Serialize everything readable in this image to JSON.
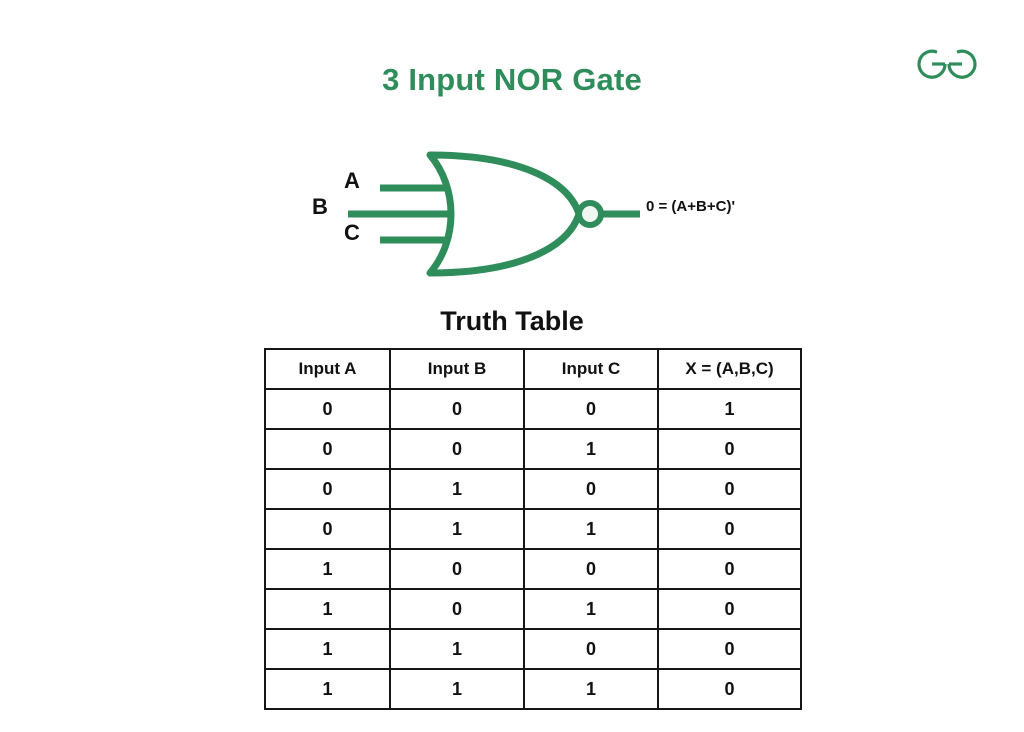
{
  "page": {
    "title": "3 Input NOR Gate",
    "background_color": "#ffffff",
    "accent_color": "#2f8d5b",
    "text_color": "#111111"
  },
  "logo": {
    "name": "geeksforgeeks-logo",
    "color": "#2f8d5b"
  },
  "diagram": {
    "gate_type": "NOR",
    "input_labels": [
      "A",
      "B",
      "C"
    ],
    "output_expression": "0 = (A+B+C)'",
    "stroke_color": "#2f8d5b",
    "bubble_fill": "#eef7f1"
  },
  "truth_table": {
    "heading": "Truth Table",
    "columns": [
      "Input A",
      "Input B",
      "Input C",
      "X = (A,B,C)"
    ],
    "rows": [
      [
        "0",
        "0",
        "0",
        "1"
      ],
      [
        "0",
        "0",
        "1",
        "0"
      ],
      [
        "0",
        "1",
        "0",
        "0"
      ],
      [
        "0",
        "1",
        "1",
        "0"
      ],
      [
        "1",
        "0",
        "0",
        "0"
      ],
      [
        "1",
        "0",
        "1",
        "0"
      ],
      [
        "1",
        "1",
        "0",
        "0"
      ],
      [
        "1",
        "1",
        "1",
        "0"
      ]
    ]
  },
  "chart_data": {
    "type": "table",
    "title": "Truth Table",
    "categories": [
      "Input A",
      "Input B",
      "Input C",
      "X = (A,B,C)"
    ],
    "values": [
      [
        0,
        0,
        0,
        1
      ],
      [
        0,
        0,
        1,
        0
      ],
      [
        0,
        1,
        0,
        0
      ],
      [
        0,
        1,
        1,
        0
      ],
      [
        1,
        0,
        0,
        0
      ],
      [
        1,
        0,
        1,
        0
      ],
      [
        1,
        1,
        0,
        0
      ],
      [
        1,
        1,
        1,
        0
      ]
    ],
    "xlabel": "",
    "ylabel": ""
  }
}
